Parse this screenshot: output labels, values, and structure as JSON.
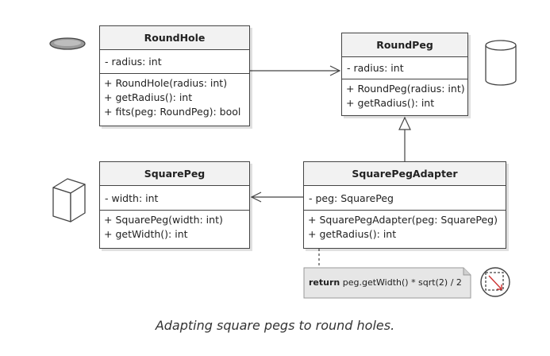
{
  "classes": {
    "round_hole": {
      "name": "RoundHole",
      "attributes": [
        "- radius: int"
      ],
      "operations": [
        "+ RoundHole(radius: int)",
        "+ getRadius(): int",
        "+ fits(peg: RoundPeg): bool"
      ]
    },
    "round_peg": {
      "name": "RoundPeg",
      "attributes": [
        "- radius: int"
      ],
      "operations": [
        "+ RoundPeg(radius: int)",
        "+ getRadius(): int"
      ]
    },
    "square_peg": {
      "name": "SquarePeg",
      "attributes": [
        "- width: int"
      ],
      "operations": [
        "+ SquarePeg(width: int)",
        "+ getWidth(): int"
      ]
    },
    "square_peg_adapter": {
      "name": "SquarePegAdapter",
      "attributes": [
        "- peg: SquarePeg"
      ],
      "operations": [
        "+ SquarePegAdapter(peg: SquarePeg)",
        "+ getRadius(): int"
      ]
    }
  },
  "note": {
    "keyword": "return",
    "expression": "peg.getWidth() * sqrt(2) / 2"
  },
  "caption": "Adapting square pegs to round holes.",
  "icons": [
    "round-hole-icon",
    "round-peg-cylinder-icon",
    "square-peg-cube-icon",
    "adapter-icon"
  ],
  "colors": {
    "line": "#444444",
    "header": "#f2f2f2",
    "note_fill": "#e6e6e6",
    "adapter_accent": "#cc3333"
  }
}
